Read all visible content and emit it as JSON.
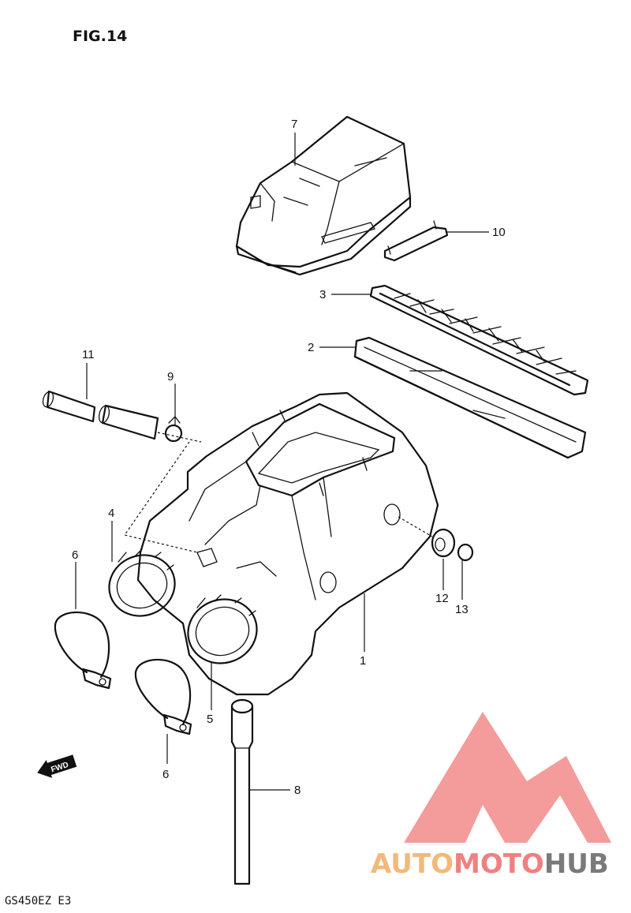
{
  "figure": {
    "title": "FIG.14",
    "model_code": "GS450EZ E3",
    "fwd_label": "FWD"
  },
  "callouts": [
    {
      "id": "callout-1",
      "text": "1"
    },
    {
      "id": "callout-2",
      "text": "2"
    },
    {
      "id": "callout-3",
      "text": "3"
    },
    {
      "id": "callout-4",
      "text": "4"
    },
    {
      "id": "callout-5",
      "text": "5"
    },
    {
      "id": "callout-6a",
      "text": "6"
    },
    {
      "id": "callout-6b",
      "text": "6"
    },
    {
      "id": "callout-7",
      "text": "7"
    },
    {
      "id": "callout-8",
      "text": "8"
    },
    {
      "id": "callout-9",
      "text": "9"
    },
    {
      "id": "callout-10",
      "text": "10"
    },
    {
      "id": "callout-11",
      "text": "11"
    },
    {
      "id": "callout-12",
      "text": "12"
    },
    {
      "id": "callout-13",
      "text": "13"
    }
  ],
  "watermark": {
    "part1": "AUTO",
    "part2": "MOTO",
    "part3": "HUB",
    "color1": "#f2b97a",
    "color2": "#f08080",
    "color3": "#7a7a7a",
    "triangle_color": "#f28a8a"
  }
}
